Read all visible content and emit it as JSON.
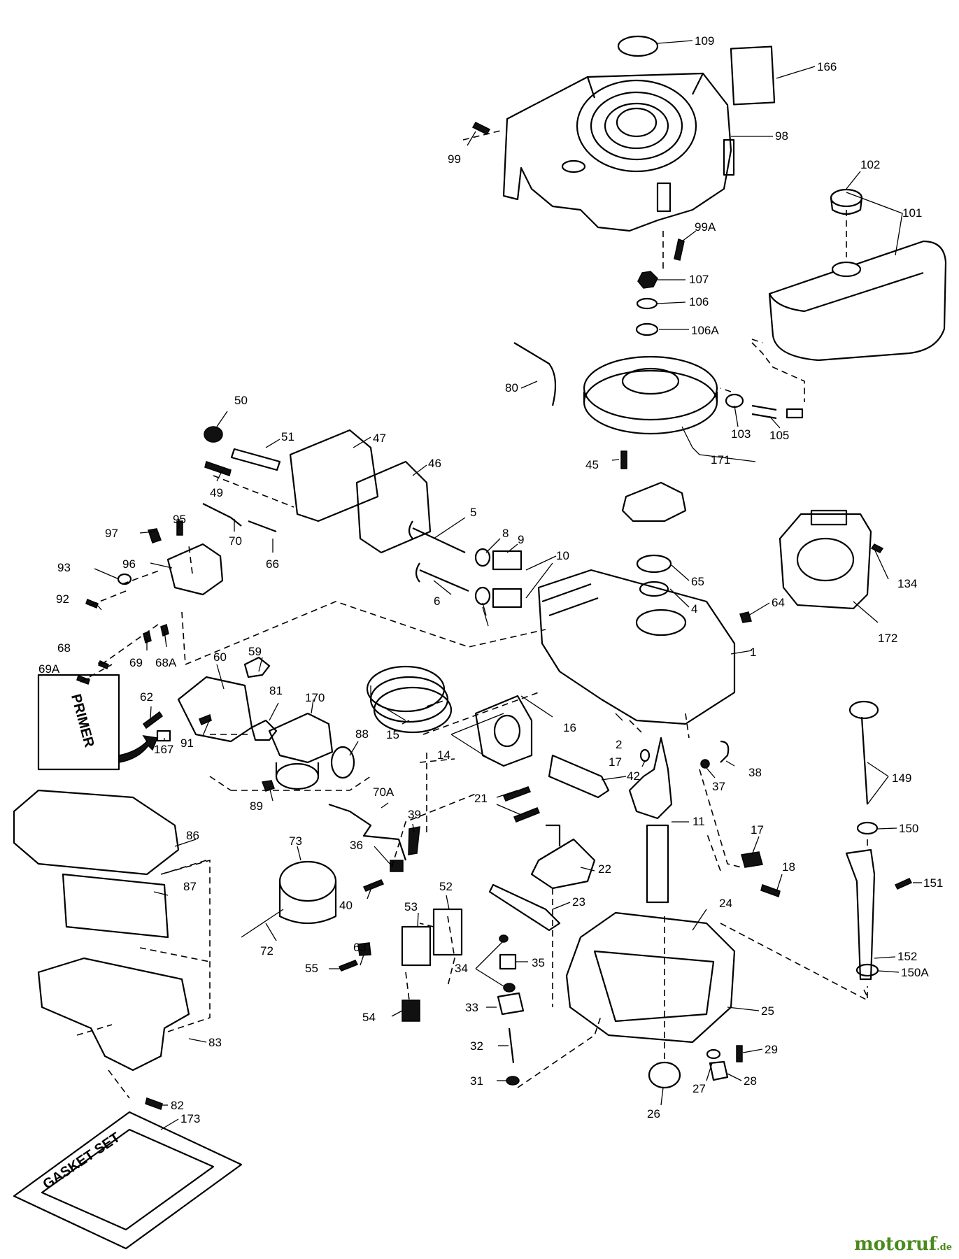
{
  "watermark": {
    "brand": "motoruf",
    "suffix": ".de"
  },
  "primer_label": "PRIMER",
  "gasket_label": "GASKET SET",
  "callouts": [
    "109",
    "166",
    "99",
    "98",
    "102",
    "101",
    "99A",
    "107",
    "106",
    "106A",
    "80",
    "103",
    "105",
    "50",
    "51",
    "47",
    "46",
    "45",
    "171",
    "49",
    "5",
    "95",
    "97",
    "70",
    "66",
    "8",
    "9",
    "10",
    "96",
    "65",
    "4",
    "134",
    "93",
    "6",
    "64",
    "92",
    "172",
    "59",
    "1",
    "68",
    "69",
    "68A",
    "69A",
    "60",
    "81",
    "170",
    "15",
    "16",
    "62",
    "88",
    "91",
    "14",
    "2",
    "17",
    "42",
    "38",
    "167",
    "37",
    "149",
    "89",
    "86",
    "70A",
    "21",
    "11",
    "39",
    "150",
    "73",
    "36",
    "22",
    "17",
    "18",
    "87",
    "40",
    "52",
    "23",
    "24",
    "151",
    "53",
    "72",
    "63",
    "55",
    "34",
    "35",
    "152",
    "150A",
    "33",
    "25",
    "54",
    "83",
    "32",
    "29",
    "31",
    "27",
    "28",
    "26",
    "82",
    "173"
  ]
}
